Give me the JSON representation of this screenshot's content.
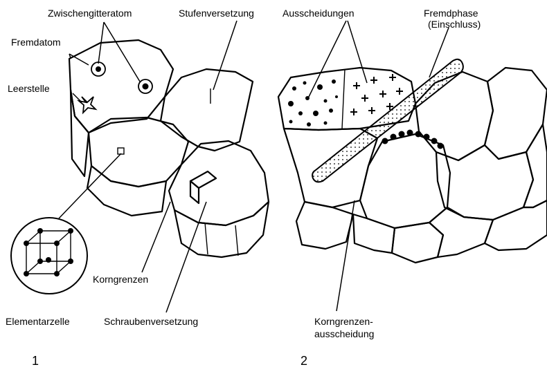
{
  "figure_1": {
    "number": "1",
    "labels": {
      "fremdatom": "Fremdatom",
      "zwischengitteratom": "Zwischengitteratom",
      "stufenversetzung": "Stufenversetzung",
      "leerstelle": "Leerstelle",
      "korngrenzen": "Korngrenzen",
      "elementarzelle": "Elementarzelle",
      "schraubenversetzung": "Schraubenversetzung"
    }
  },
  "figure_2": {
    "number": "2",
    "labels": {
      "ausscheidungen": "Ausscheidungen",
      "fremdphase_line1": "Fremdphase",
      "fremdphase_line2": "(Einschluss)",
      "korngrenzen_line1": "Korngrenzen-",
      "korngrenzen_line2": "ausscheidung"
    }
  }
}
